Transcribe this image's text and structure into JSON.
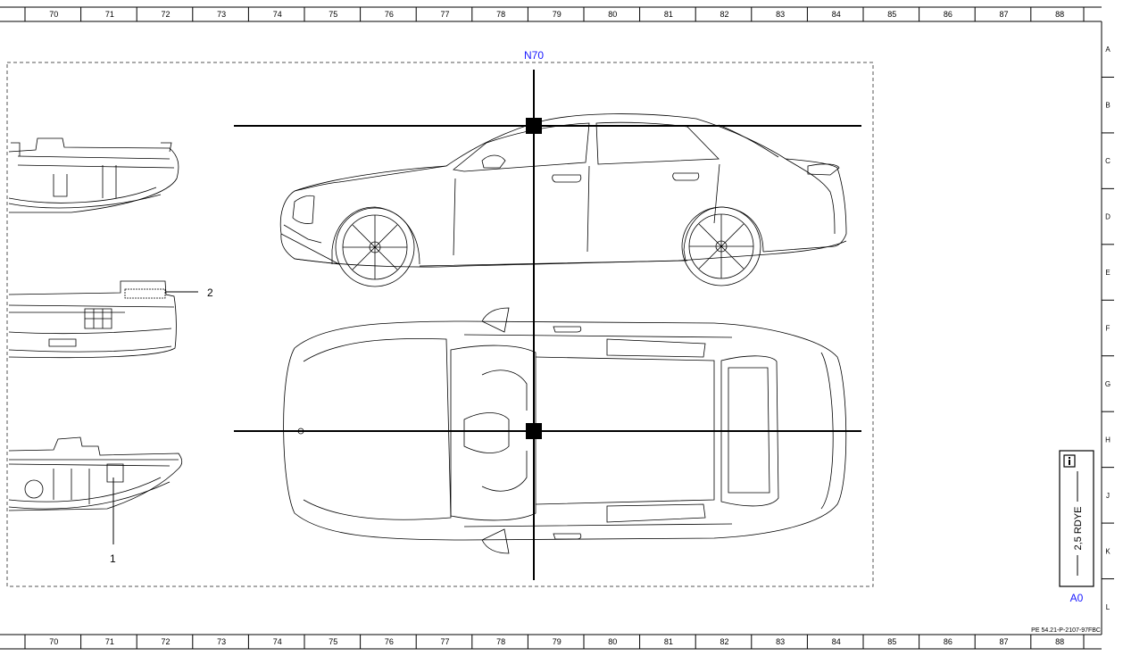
{
  "grid": {
    "columns": [
      "70",
      "71",
      "72",
      "73",
      "74",
      "75",
      "76",
      "77",
      "78",
      "79",
      "80",
      "81",
      "82",
      "83",
      "84",
      "85",
      "86",
      "87",
      "88"
    ],
    "rows": [
      "A",
      "B",
      "C",
      "D",
      "E",
      "F",
      "G",
      "H",
      "J",
      "K",
      "L"
    ]
  },
  "connector_label": "N70",
  "callouts": [
    "1",
    "2"
  ],
  "info_box": {
    "icon": "info-icon",
    "wire_label": "2,5 RDYE"
  },
  "ground_label": "A0",
  "document_id": "PE 54.21-P-2107-97FBC"
}
